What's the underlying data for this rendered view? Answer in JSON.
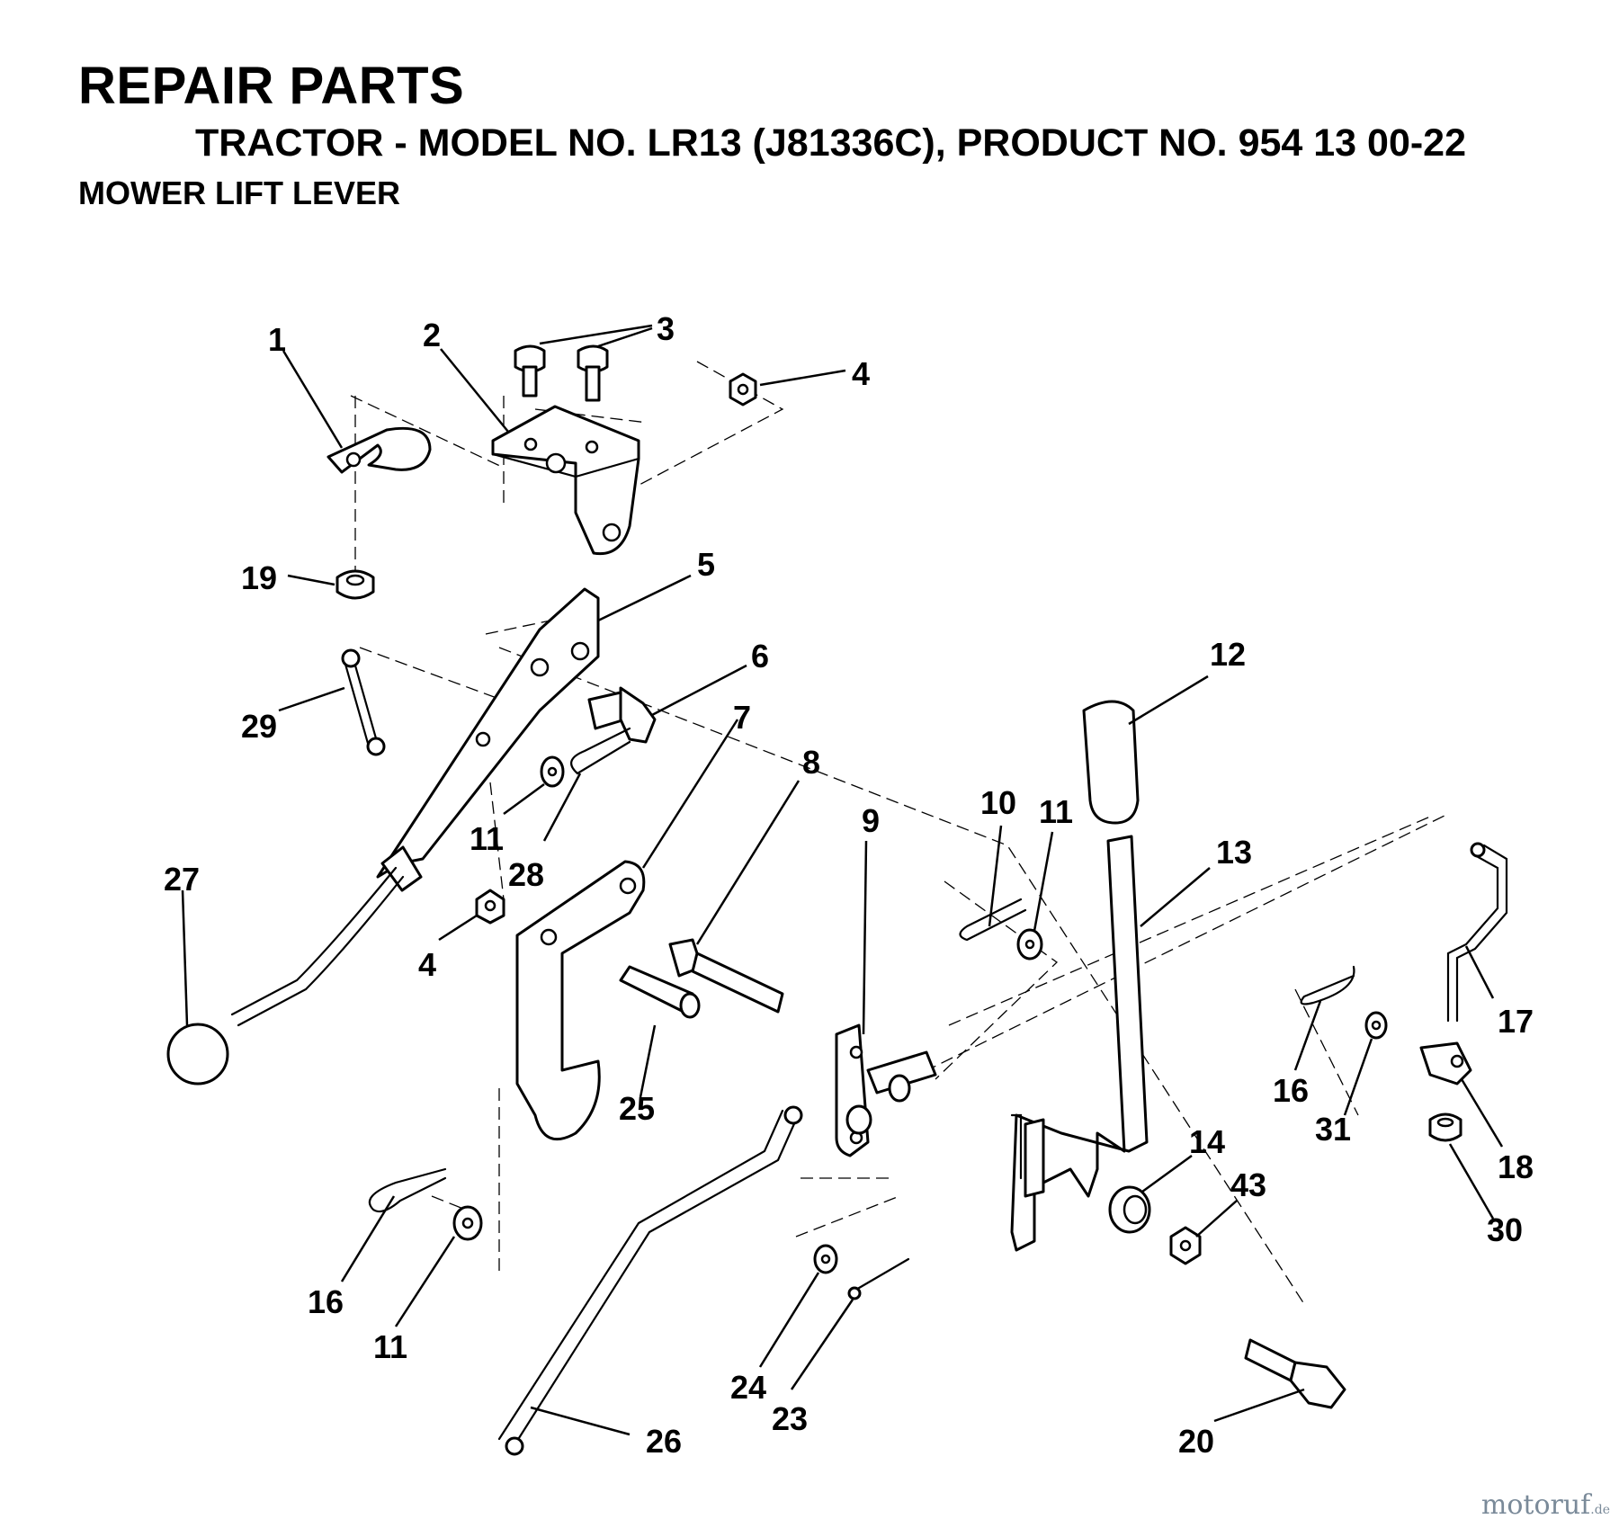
{
  "header": {
    "title": "REPAIR PARTS",
    "subtitle": "TRACTOR - MODEL NO. LR13 (J81336C), PRODUCT NO. 954 13 00-22",
    "section": "MOWER LIFT LEVER"
  },
  "callouts": [
    "1",
    "2",
    "3",
    "4",
    "19",
    "5",
    "6",
    "29",
    "11",
    "28",
    "27",
    "4",
    "7",
    "8",
    "9",
    "10",
    "11",
    "12",
    "13",
    "25",
    "16",
    "11",
    "26",
    "24",
    "23",
    "14",
    "43",
    "16",
    "31",
    "17",
    "18",
    "30",
    "20"
  ],
  "watermark": {
    "brand": "motoruf",
    "tld": ".de"
  }
}
